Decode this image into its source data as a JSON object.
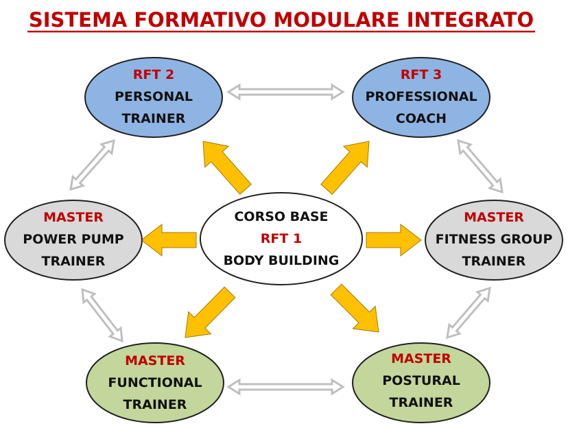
{
  "title": "SISTEMA FORMATIVO MODULARE INTEGRATO",
  "colors": {
    "title_red": "#c00000",
    "blue_node": "#8eb4e3",
    "gray_node": "#d9d9d9",
    "green_node": "#c3d69b",
    "center_node": "#ffffff",
    "yellow_arrow": "#ffc000",
    "gray_arrow": "#bfbfbf"
  },
  "nodes": {
    "rft2": {
      "tag": "RFT 2",
      "line1": "PERSONAL",
      "line2": "TRAINER"
    },
    "rft3": {
      "tag": "RFT 3",
      "line1": "PROFESSIONAL",
      "line2": "COACH"
    },
    "center": {
      "line1": "CORSO BASE",
      "tag": "RFT 1",
      "line2": "BODY BUILDING"
    },
    "power_pump": {
      "tag": "MASTER",
      "line1": "POWER PUMP",
      "line2": "TRAINER"
    },
    "fitness_group": {
      "tag": "MASTER",
      "line1": "FITNESS GROUP",
      "line2": "TRAINER"
    },
    "functional": {
      "tag": "MASTER",
      "line1": "FUNCTIONAL",
      "line2": "TRAINER"
    },
    "postural": {
      "tag": "MASTER",
      "line1": "POSTURAL",
      "line2": "TRAINER"
    }
  }
}
